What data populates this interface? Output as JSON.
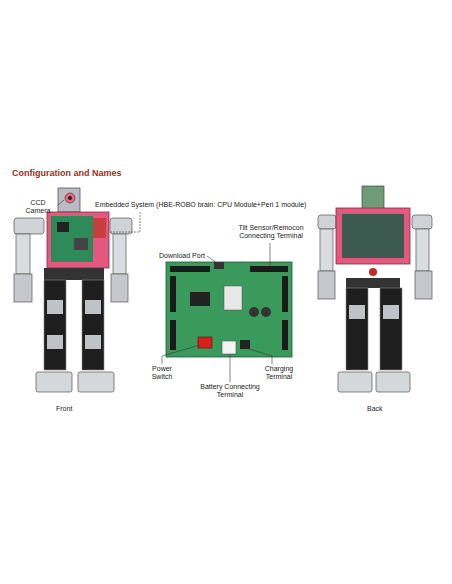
{
  "diagram": {
    "title": "Configuration and Names",
    "labels": [
      "CCD Camera",
      "Embedded System (HBE-ROBO brain: CPU Module+Peri 1 module)",
      "Tilt Sensor/Remocon Connecting Terminal",
      "Download Port",
      "Power Switch",
      "Battery Connecting Terminal",
      "Charging Terminal",
      "Front",
      "Back"
    ]
  }
}
